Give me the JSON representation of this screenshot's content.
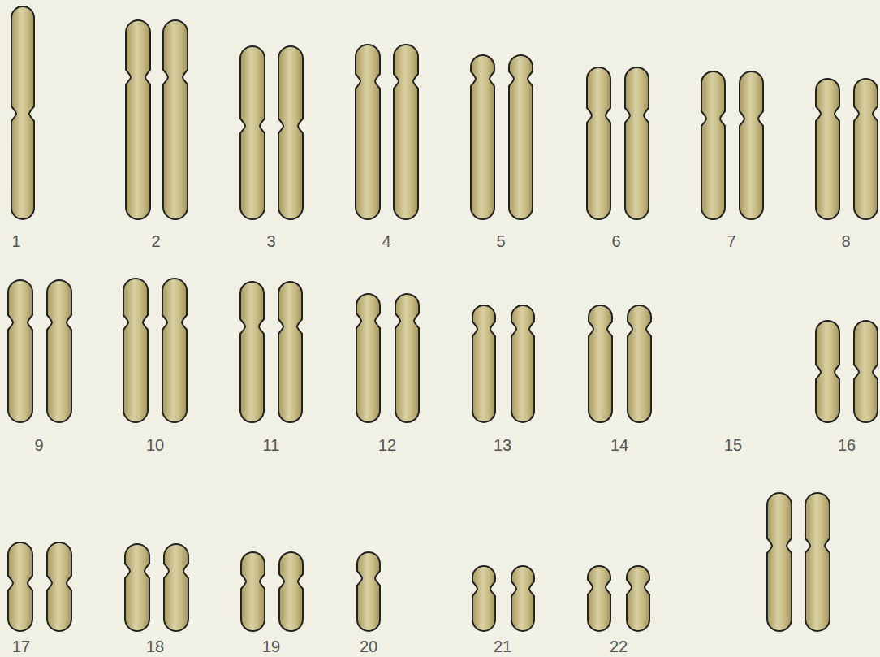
{
  "diagram": {
    "labels": [
      "1",
      "2",
      "3",
      "4",
      "5",
      "6",
      "7",
      "8",
      "9",
      "10",
      "11",
      "12",
      "13",
      "14",
      "15",
      "16",
      "17",
      "18",
      "19",
      "20",
      "21",
      "22"
    ]
  }
}
